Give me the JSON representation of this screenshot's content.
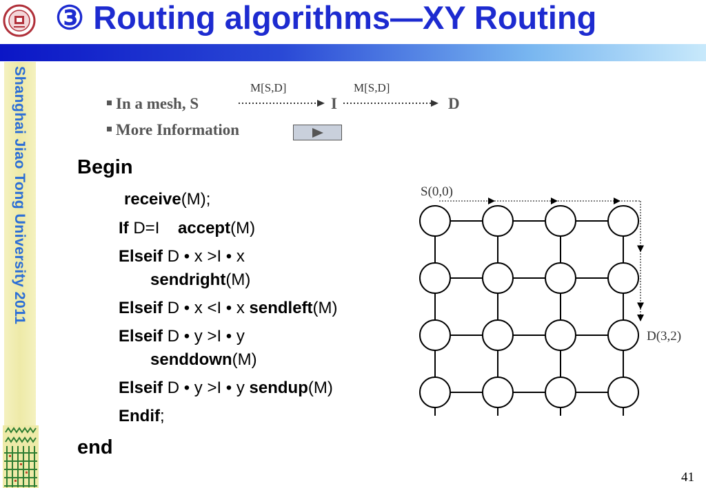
{
  "slide": {
    "title": "③ Routing algorithms—XY Routing",
    "sidebar_text": "Shanghai Jiao Tong  University 2011",
    "page_number": "41",
    "colors": {
      "title": "#1d2bd0",
      "sidebar_text": "#2b6ed6",
      "sidebar_band": "#f4f1bf",
      "title_bar_start": "#0b16c6",
      "title_bar_end": "#c8e9fb"
    }
  },
  "bullets": {
    "mesh_prefix": "In a mesh, S",
    "node_i": "I",
    "node_d": "D",
    "arrow_label_1": "M[S,D]",
    "arrow_label_2": "M[S,D]",
    "more_info": "More Information",
    "play_icon": "play-icon"
  },
  "code": {
    "begin": "Begin",
    "receive_kw": "receive",
    "receive_arg": "(M);",
    "if_kw": "If",
    "if_cond": " D=I    ",
    "accept_kw": "accept",
    "accept_arg": "(M)",
    "elseif_kw": "Elseif",
    "cond_right": " D • x >I • x",
    "sendright_kw": "sendright",
    "sendright_arg": "(M)",
    "cond_left": " D • x <I • x ",
    "sendleft_kw": "sendleft",
    "sendleft_arg": "(M)",
    "cond_down": " D • y >I • y",
    "senddown_kw": "senddown",
    "senddown_arg": "(M)",
    "cond_up": " D • y >I • y ",
    "sendup_kw": "sendup",
    "sendup_arg": "(M)",
    "endif_kw": "Endif",
    "endif_semicolon": ";",
    "end": "end"
  },
  "mesh": {
    "rows": 4,
    "cols": 4,
    "source_label": "S(0,0)",
    "dest_label": "D(3,2)",
    "source": [
      0,
      0
    ],
    "dest": [
      3,
      2
    ]
  }
}
